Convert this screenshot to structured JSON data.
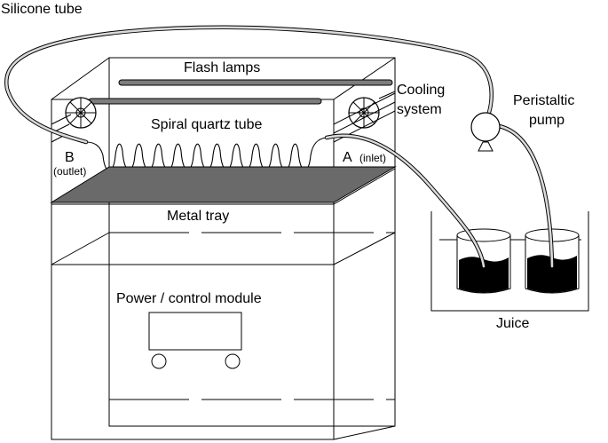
{
  "labels": {
    "silicone_tube": "Silicone tube",
    "flash_lamps": "Flash lamps",
    "cooling_system_line1": "Cooling",
    "cooling_system_line2": "system",
    "spiral_quartz_tube": "Spiral quartz tube",
    "peristaltic_pump_line1": "Peristaltic",
    "peristaltic_pump_line2": "pump",
    "point_b": "B",
    "outlet": "(outlet)",
    "point_a": "A",
    "inlet": "(inlet)",
    "metal_tray": "Metal tray",
    "power_control_module": "Power / control module",
    "juice": "Juice"
  },
  "colors": {
    "tray": "#6a6a6a",
    "lamp": "#7d7d7d",
    "juice": "#000000",
    "tube_highlight": "#d9d9d9"
  }
}
